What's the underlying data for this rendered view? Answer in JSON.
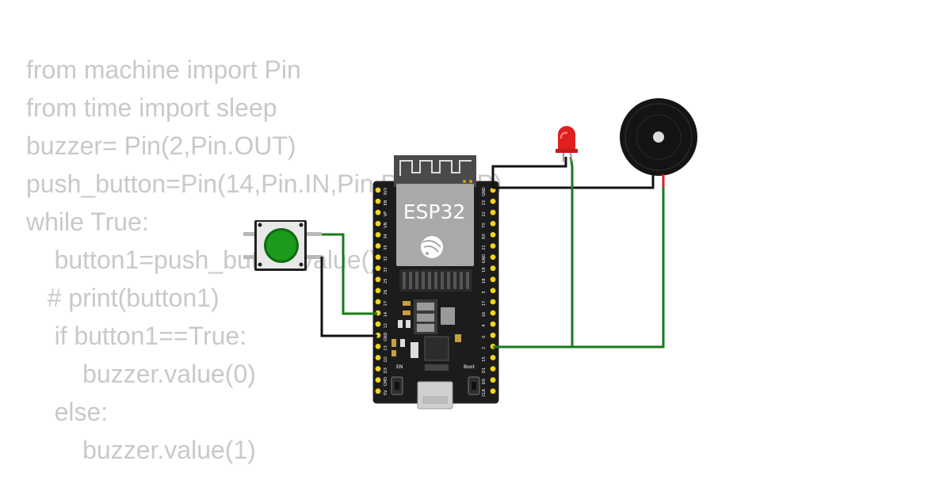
{
  "code": {
    "lines": [
      "from machine import Pin",
      "from time import sleep",
      "buzzer= Pin(2,Pin.OUT)",
      "push_button=Pin(14,Pin.IN,Pin.PULL_UP)",
      "while True:",
      "    button1=push_button.value()",
      "   # print(button1)",
      "    if button1==True:",
      "        buzzer.value(0)",
      "    else:",
      "        buzzer.value(1)"
    ]
  },
  "board": {
    "label": "ESP32",
    "en_label": "EN",
    "boot_label": "Boot",
    "left_pins": [
      "3V3",
      "EN",
      "VP",
      "VN",
      "34",
      "35",
      "32",
      "33",
      "25",
      "26",
      "27",
      "14",
      "12",
      "GND",
      "13",
      "D2",
      "D3",
      "CMD",
      "5V"
    ],
    "right_pins": [
      "GND",
      "23",
      "22",
      "TX",
      "RX",
      "21",
      "GND",
      "19",
      "18",
      "5",
      "17",
      "16",
      "4",
      "0",
      "2",
      "15",
      "D1",
      "D0",
      "CLK"
    ]
  },
  "colors": {
    "wire_green": "#1a7a1a",
    "wire_black": "#111111",
    "board": "#1a1a1a",
    "pin": "#f2d51f",
    "button_cap": "#1a9a1a",
    "led": "#e02020",
    "buzzer": "#111111"
  },
  "icons": {
    "button": "push-button-icon",
    "led": "led-icon",
    "buzzer": "buzzer-icon",
    "antenna": "antenna-icon",
    "logo": "espressif-logo-icon"
  }
}
